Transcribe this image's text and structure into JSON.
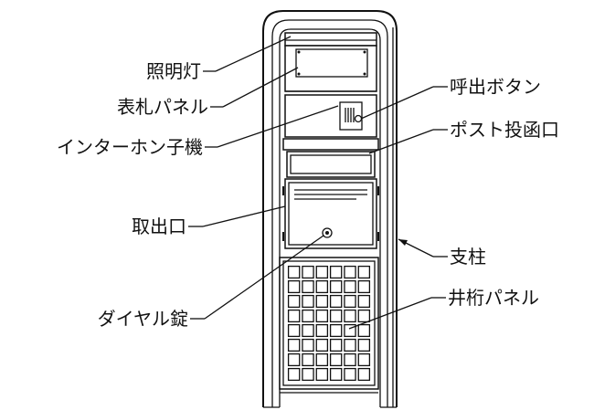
{
  "labels": {
    "lighting": "照明灯",
    "nameplate": "表札パネル",
    "intercom": "インターホン子機",
    "retrieval": "取出口",
    "dial_lock": "ダイヤル錠",
    "call_button": "呼出ボタン",
    "post_slot": "ポスト投函口",
    "pillar": "支柱",
    "lattice_panel": "井桁パネル"
  }
}
